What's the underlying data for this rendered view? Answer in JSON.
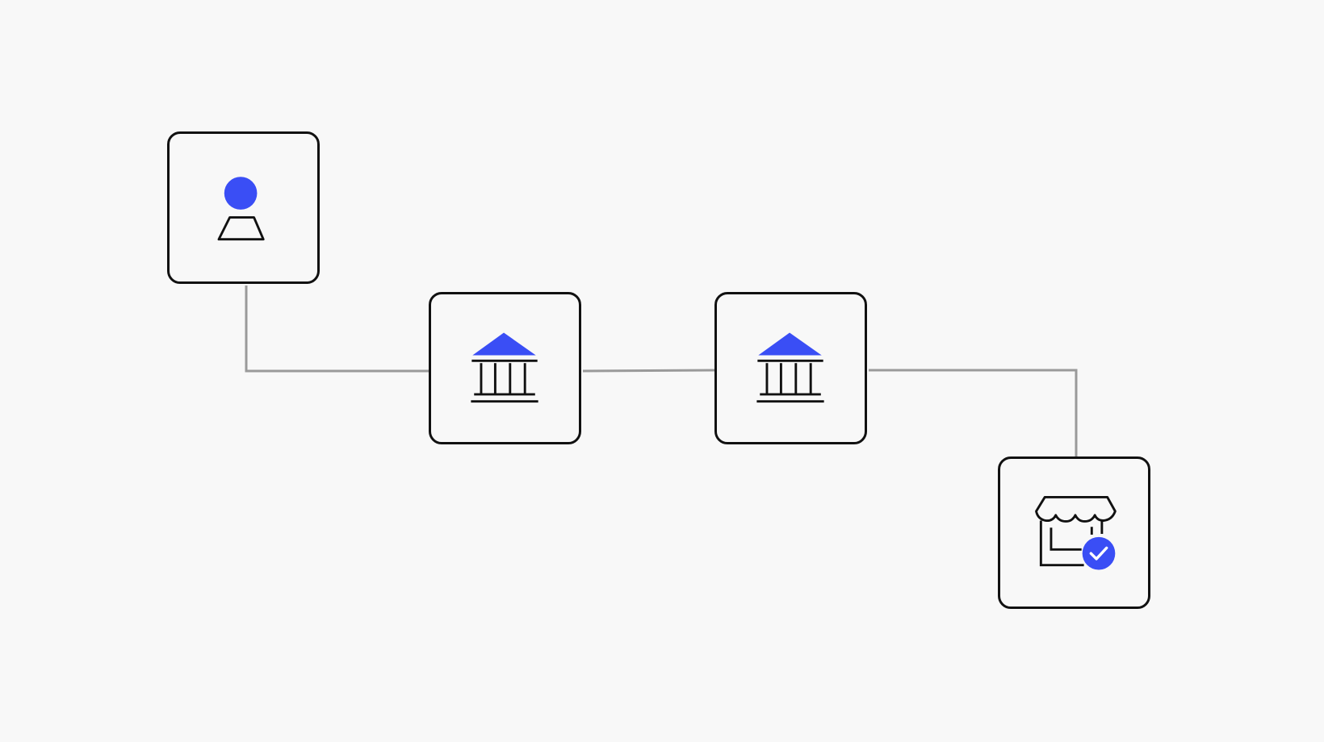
{
  "diagram": {
    "background_color": "#f8f8f8",
    "accent_color": "#3a4ef5",
    "outline_color": "#111111",
    "connector_color": "#9a9a9a",
    "nodes": [
      {
        "id": "sender",
        "icon": "person-icon"
      },
      {
        "id": "bank-1",
        "icon": "bank-icon"
      },
      {
        "id": "bank-2",
        "icon": "bank-icon"
      },
      {
        "id": "merchant",
        "icon": "verified-store-icon"
      }
    ],
    "edges": [
      {
        "from": "sender",
        "to": "bank-1"
      },
      {
        "from": "bank-1",
        "to": "bank-2"
      },
      {
        "from": "bank-2",
        "to": "merchant"
      }
    ]
  }
}
